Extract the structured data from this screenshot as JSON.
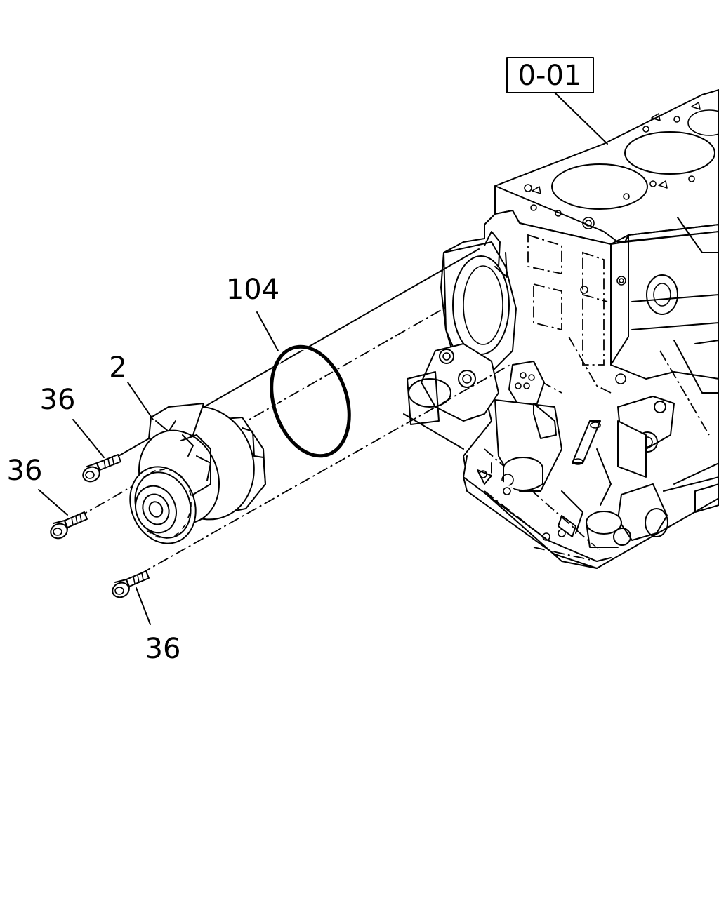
{
  "diagram": {
    "reference_box": "0-01",
    "callouts": {
      "water_pump": "2",
      "o_ring": "104",
      "bolt_upper": "36",
      "bolt_middle": "36",
      "bolt_lower": "36"
    }
  }
}
